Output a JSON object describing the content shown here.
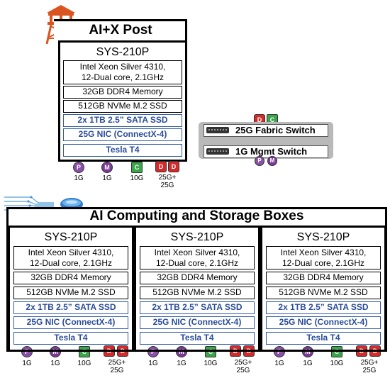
{
  "post": {
    "title": "AI+X Post",
    "server": {
      "model": "SYS-210P",
      "cpu_line1": "Intel Xeon Silver 4310,",
      "cpu_line2": "12-Dual core, 2.1GHz",
      "memory": "32GB DDR4 Memory",
      "nvme": "512GB NVMe M.2 SSD",
      "sata": "2x 1TB 2.5” SATA SSD",
      "nic": "25G NIC (ConnectX-4)",
      "gpu": "Tesla T4"
    },
    "ports": [
      {
        "letter": "P",
        "label": "1G"
      },
      {
        "letter": "M",
        "label": "1G"
      },
      {
        "letter": "C",
        "label": "10G"
      },
      {
        "letter": "D",
        "label": "25G+"
      },
      {
        "letter": "D",
        "label": "25G"
      }
    ]
  },
  "switches": {
    "fabric": "25G Fabric Switch",
    "mgmt": "1G Mgmt Switch",
    "top_ports": [
      "D",
      "C"
    ],
    "bottom_ports": [
      "P",
      "M"
    ]
  },
  "ai_section": {
    "title": "AI Computing and Storage Boxes",
    "nodes": [
      {
        "model": "SYS-210P",
        "cpu_line1": "Intel Xeon Silver 4310,",
        "cpu_line2": "12-Dual core, 2.1GHz",
        "memory": "32GB DDR4 Memory",
        "nvme": "512GB NVMe M.2 SSD",
        "sata": "2x 1TB 2.5” SATA SSD",
        "nic": "25G NIC (ConnectX-4)",
        "gpu": "Tesla T4",
        "ports": [
          {
            "letter": "P",
            "label": "1G"
          },
          {
            "letter": "M",
            "label": "1G"
          },
          {
            "letter": "C",
            "label": "10G"
          },
          {
            "letter": "D",
            "label": "25G+"
          },
          {
            "letter": "D",
            "label": "25G"
          }
        ]
      },
      {
        "model": "SYS-210P",
        "cpu_line1": "Intel Xeon Silver 4310,",
        "cpu_line2": "12-Dual core, 2.1GHz",
        "memory": "32GB DDR4 Memory",
        "nvme": "512GB NVMe M.2 SSD",
        "sata": "2x 1TB 2.5” SATA SSD",
        "nic": "25G NIC (ConnectX-4)",
        "gpu": "Tesla T4",
        "ports": [
          {
            "letter": "P",
            "label": "1G"
          },
          {
            "letter": "M",
            "label": "1G"
          },
          {
            "letter": "C",
            "label": "10G"
          },
          {
            "letter": "D",
            "label": "25G+"
          },
          {
            "letter": "D",
            "label": "25G"
          }
        ]
      },
      {
        "model": "SYS-210P",
        "cpu_line1": "Intel Xeon Silver 4310,",
        "cpu_line2": "12-Dual core, 2.1GHz",
        "memory": "32GB DDR4 Memory",
        "nvme": "512GB NVMe M.2 SSD",
        "sata": "2x 1TB 2.5” SATA SSD",
        "nic": "25G NIC (ConnectX-4)",
        "gpu": "Tesla T4",
        "ports": [
          {
            "letter": "P",
            "label": "1G"
          },
          {
            "letter": "M",
            "label": "1G"
          },
          {
            "letter": "C",
            "label": "10G"
          },
          {
            "letter": "D",
            "label": "25G+"
          },
          {
            "letter": "D",
            "label": "25G"
          }
        ]
      }
    ]
  },
  "colors": {
    "port_p": "#8a4fa8",
    "port_m": "#7a3a96",
    "port_c": "#3aa54a",
    "port_d": "#d42a2a",
    "blue_text": "#2a4c9a",
    "blue_border": "#2e5aa8",
    "tower": "#d9541e",
    "switch_panel": "#b9b9b9"
  },
  "icons": [
    "watchtower-icon",
    "data-stream-icon",
    "cloud-disk-icon",
    "network-switch-icon"
  ]
}
